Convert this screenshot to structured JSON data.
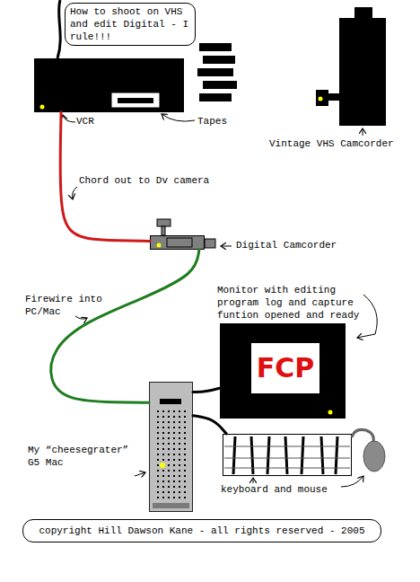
{
  "diagram": {
    "title": "How to shoot on VHS and edit Digital - I rule!!!",
    "caption": "copyright Hill Dawson Kane - all rights reserved - 2005",
    "nodes": [
      {
        "text": [
          "VCR"
        ]
      },
      {
        "text": [
          "Tapes"
        ]
      },
      {
        "text": [
          "Vintage VHS Camcorder"
        ]
      },
      {
        "text": [
          "Digital Camcorder"
        ]
      },
      {
        "text": [
          "Monitor with editing program log and capture funtion opened and ready",
          "FCP"
        ]
      },
      {
        "text": [
          "My “cheesegrater” G5 Mac"
        ]
      },
      {
        "text": [
          "keyboard and mouse"
        ]
      }
    ],
    "edges": [
      {
        "from": 0,
        "to": 3,
        "label": "Chord out to Dv camera",
        "arrow": "none"
      },
      {
        "from": 3,
        "to": 5,
        "label": "Firewire into PC/Mac",
        "arrow": "none"
      },
      {
        "from": 5,
        "to": 4,
        "arrow": "none"
      },
      {
        "from": 5,
        "to": 6,
        "arrow": "none"
      }
    ]
  }
}
